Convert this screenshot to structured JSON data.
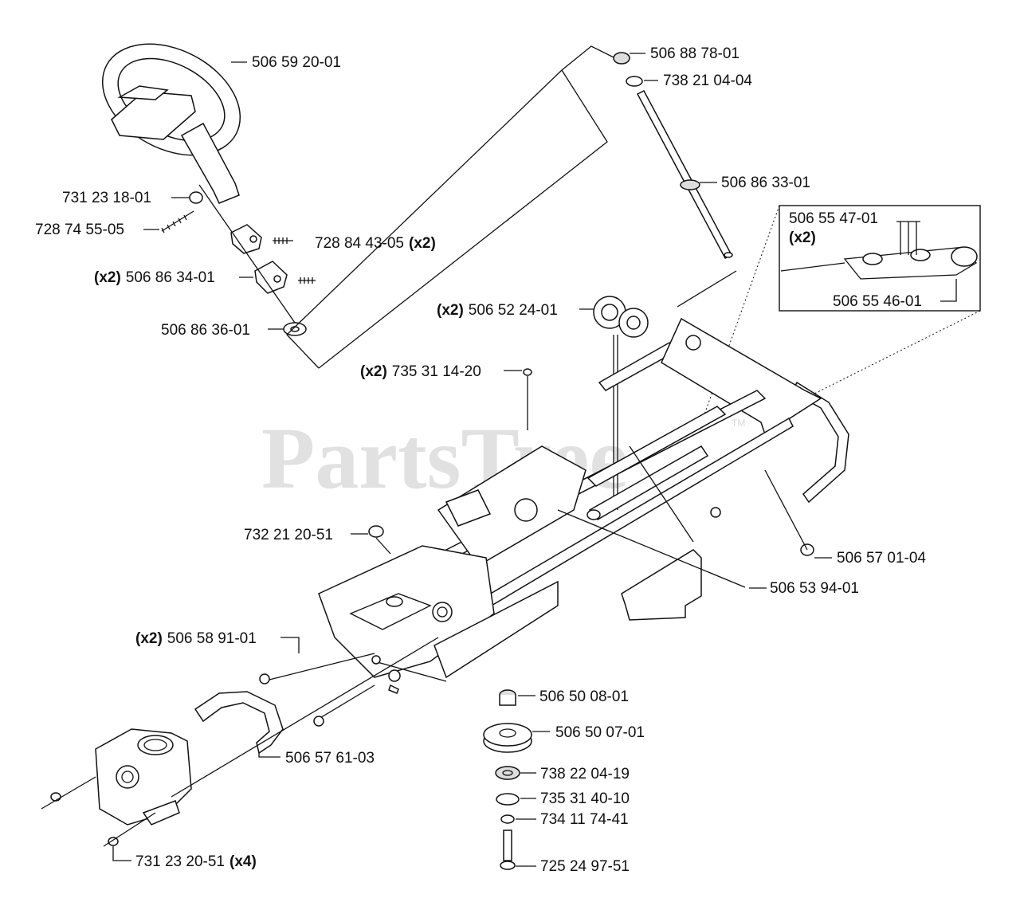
{
  "watermark": {
    "text": "PartsTree",
    "tm": "TM"
  },
  "labels": {
    "l01": {
      "text": "506 59 20-01"
    },
    "l02": {
      "text": "731 23 18-01"
    },
    "l03": {
      "text": "728 74 55-05"
    },
    "l04": {
      "text": "728 84 43-05",
      "suffix": "(x2)"
    },
    "l05": {
      "prefix": "(x2)",
      "text": "506 86 34-01"
    },
    "l06": {
      "text": "506 86 36-01"
    },
    "l07": {
      "text": "506 88 78-01"
    },
    "l08": {
      "text": "738 21 04-04"
    },
    "l09": {
      "text": "506 86 33-01"
    },
    "l10": {
      "text": "506 55 47-01",
      "suffix": "(x2)"
    },
    "l11": {
      "text": "506 55 46-01"
    },
    "l12": {
      "prefix": "(x2)",
      "text": "506 52 24-01"
    },
    "l13": {
      "prefix": "(x2)",
      "text": "735 31 14-20"
    },
    "l14": {
      "text": "732 21 20-51"
    },
    "l15": {
      "text": "506 57 01-04"
    },
    "l16": {
      "text": "506 53 94-01"
    },
    "l17": {
      "prefix": "(x2)",
      "text": "506 58 91-01"
    },
    "l18": {
      "text": "506 50 08-01"
    },
    "l19": {
      "text": "506 50 07-01"
    },
    "l20": {
      "text": "506 57 61-03"
    },
    "l21": {
      "text": "738 22 04-19"
    },
    "l22": {
      "text": "735 31 40-10"
    },
    "l23": {
      "text": "734 11 74-41"
    },
    "l24": {
      "text": "725 24 97-51"
    },
    "l25": {
      "text": "731 23 20-51",
      "suffix": "(x4)"
    }
  }
}
